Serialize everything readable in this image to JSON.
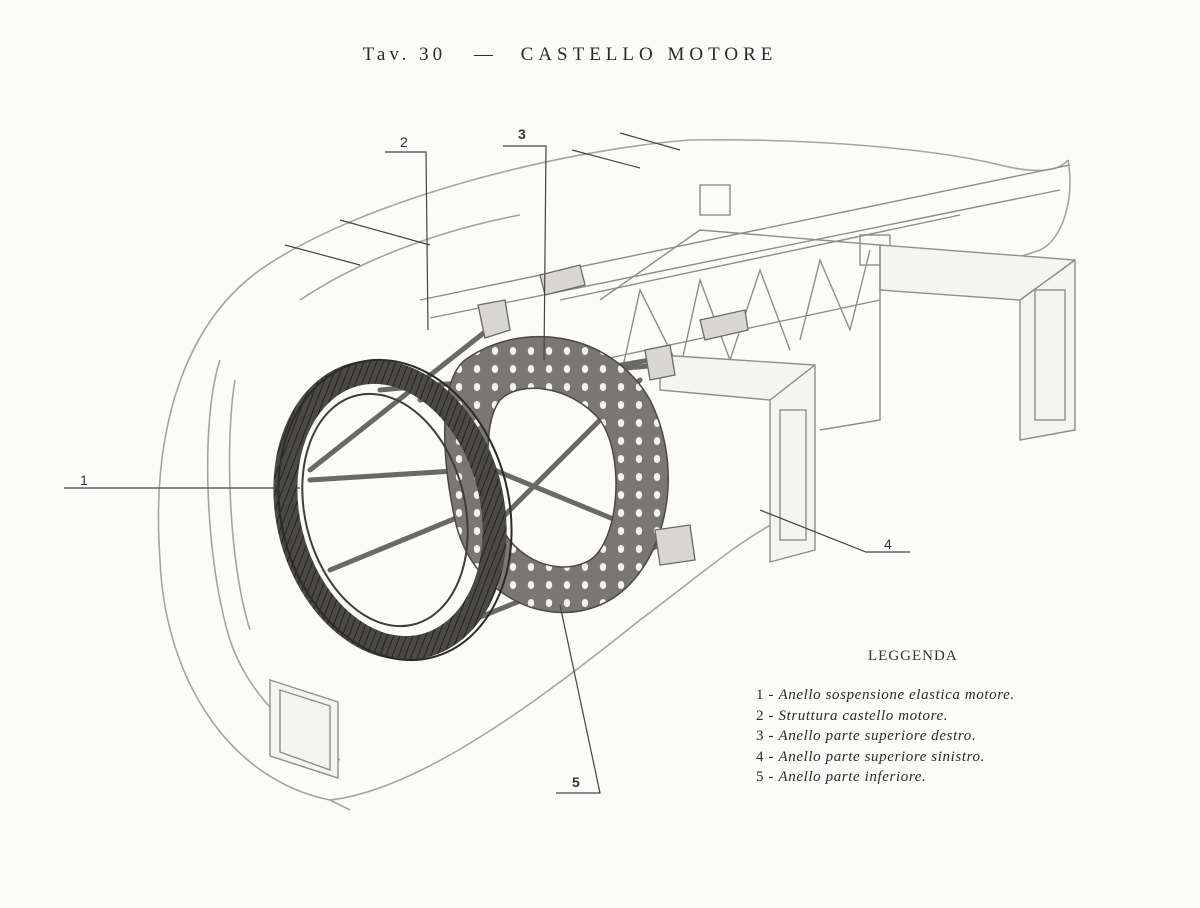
{
  "plate": {
    "code": "Tav. 30",
    "dash": "—",
    "name": "CASTELLO MOTORE"
  },
  "callouts": [
    "1",
    "2",
    "3",
    "4",
    "5"
  ],
  "legend": {
    "title": "LEGGENDA",
    "items": [
      {
        "num": "1",
        "sep": "-",
        "text": "Anello sospensione elastica motore."
      },
      {
        "num": "2",
        "sep": "-",
        "text": "Struttura castello motore."
      },
      {
        "num": "3",
        "sep": "-",
        "text": "Anello parte superiore destro."
      },
      {
        "num": "4",
        "sep": "-",
        "text": "Anello parte superiore sinistro."
      },
      {
        "num": "5",
        "sep": "-",
        "text": "Anello parte inferiore."
      }
    ]
  },
  "colors": {
    "paper": "#fbfbf9",
    "line": "#9a9a98",
    "ring": "#5c5a57",
    "ring_dark": "#3d3b38"
  }
}
